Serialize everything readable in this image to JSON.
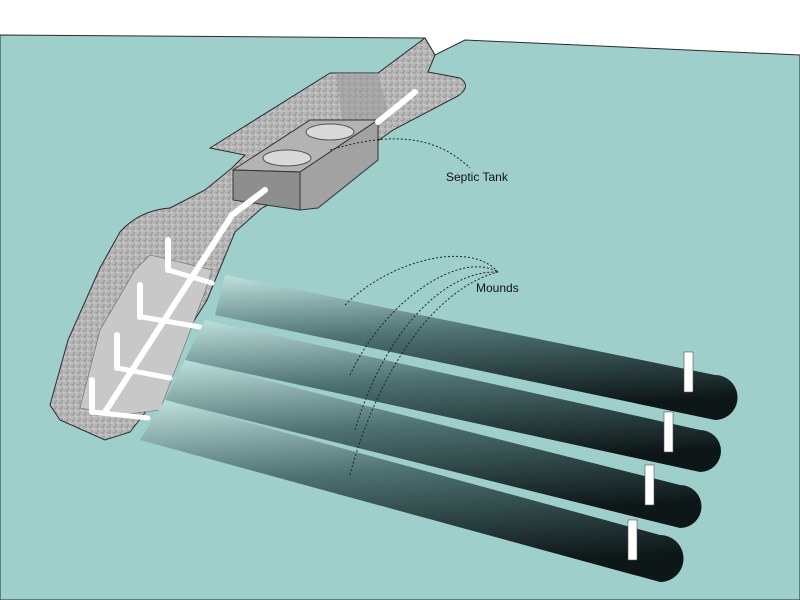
{
  "labels": {
    "septic_tank": "Septic Tank",
    "mounds": "Mounds"
  },
  "colors": {
    "ground": "#9ecfcb",
    "gravel": "#b8b8b8",
    "trench_floor": "#c8c8c8",
    "tank": "#a8a8a8",
    "tank_lid": "#d9d9d9",
    "pipe": "#ffffff",
    "mound_dark": "#0e1718",
    "mound_light": "#c0e2de",
    "leader": "#222222"
  },
  "components": {
    "mound_count": 4,
    "inspection_pipe_count": 4,
    "tank_lid_count": 2
  }
}
